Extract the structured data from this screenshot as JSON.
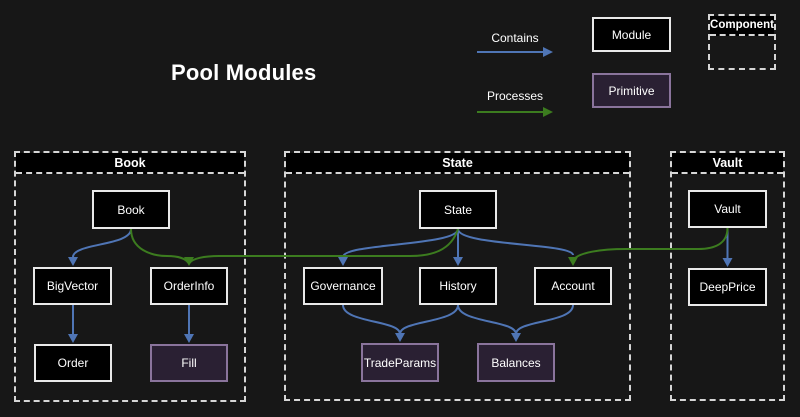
{
  "title": "Pool Modules",
  "colors": {
    "canvas_bg": "#171717",
    "contains": "#4f75b5",
    "processes": "#3c7c1f",
    "module_bg": "#000000",
    "module_border": "#e9e9e9",
    "primitive_bg": "#2a2033",
    "primitive_border": "#8a749c",
    "dashed": "#d6d6d6",
    "text": "#ffffff"
  },
  "legend": {
    "contains_label": "Contains",
    "processes_label": "Processes",
    "module_label": "Module",
    "primitive_label": "Primitive",
    "component_label": "Component"
  },
  "containers": {
    "book": "Book",
    "state": "State",
    "vault": "Vault"
  },
  "nodes": {
    "book": "Book",
    "bigvector": "BigVector",
    "orderinfo": "OrderInfo",
    "order": "Order",
    "fill": "Fill",
    "state": "State",
    "governance": "Governance",
    "history": "History",
    "account": "Account",
    "tradeparams": "TradeParams",
    "balances": "Balances",
    "vault": "Vault",
    "deepprice": "DeepPrice"
  },
  "edges": {
    "contains": [
      {
        "from": "Book",
        "to": "BigVector"
      },
      {
        "from": "BigVector",
        "to": "Order"
      },
      {
        "from": "OrderInfo",
        "to": "Fill"
      },
      {
        "from": "State",
        "to": "Governance"
      },
      {
        "from": "State",
        "to": "History"
      },
      {
        "from": "State",
        "to": "Account"
      },
      {
        "from": "Governance",
        "to": "TradeParams"
      },
      {
        "from": "History",
        "to": "TradeParams"
      },
      {
        "from": "History",
        "to": "Balances"
      },
      {
        "from": "Account",
        "to": "Balances"
      },
      {
        "from": "Vault",
        "to": "DeepPrice"
      }
    ],
    "processes": [
      {
        "from": "Book",
        "to": "OrderInfo"
      },
      {
        "from": "State",
        "to": "OrderInfo"
      },
      {
        "from": "Vault",
        "to": "Account"
      }
    ]
  }
}
